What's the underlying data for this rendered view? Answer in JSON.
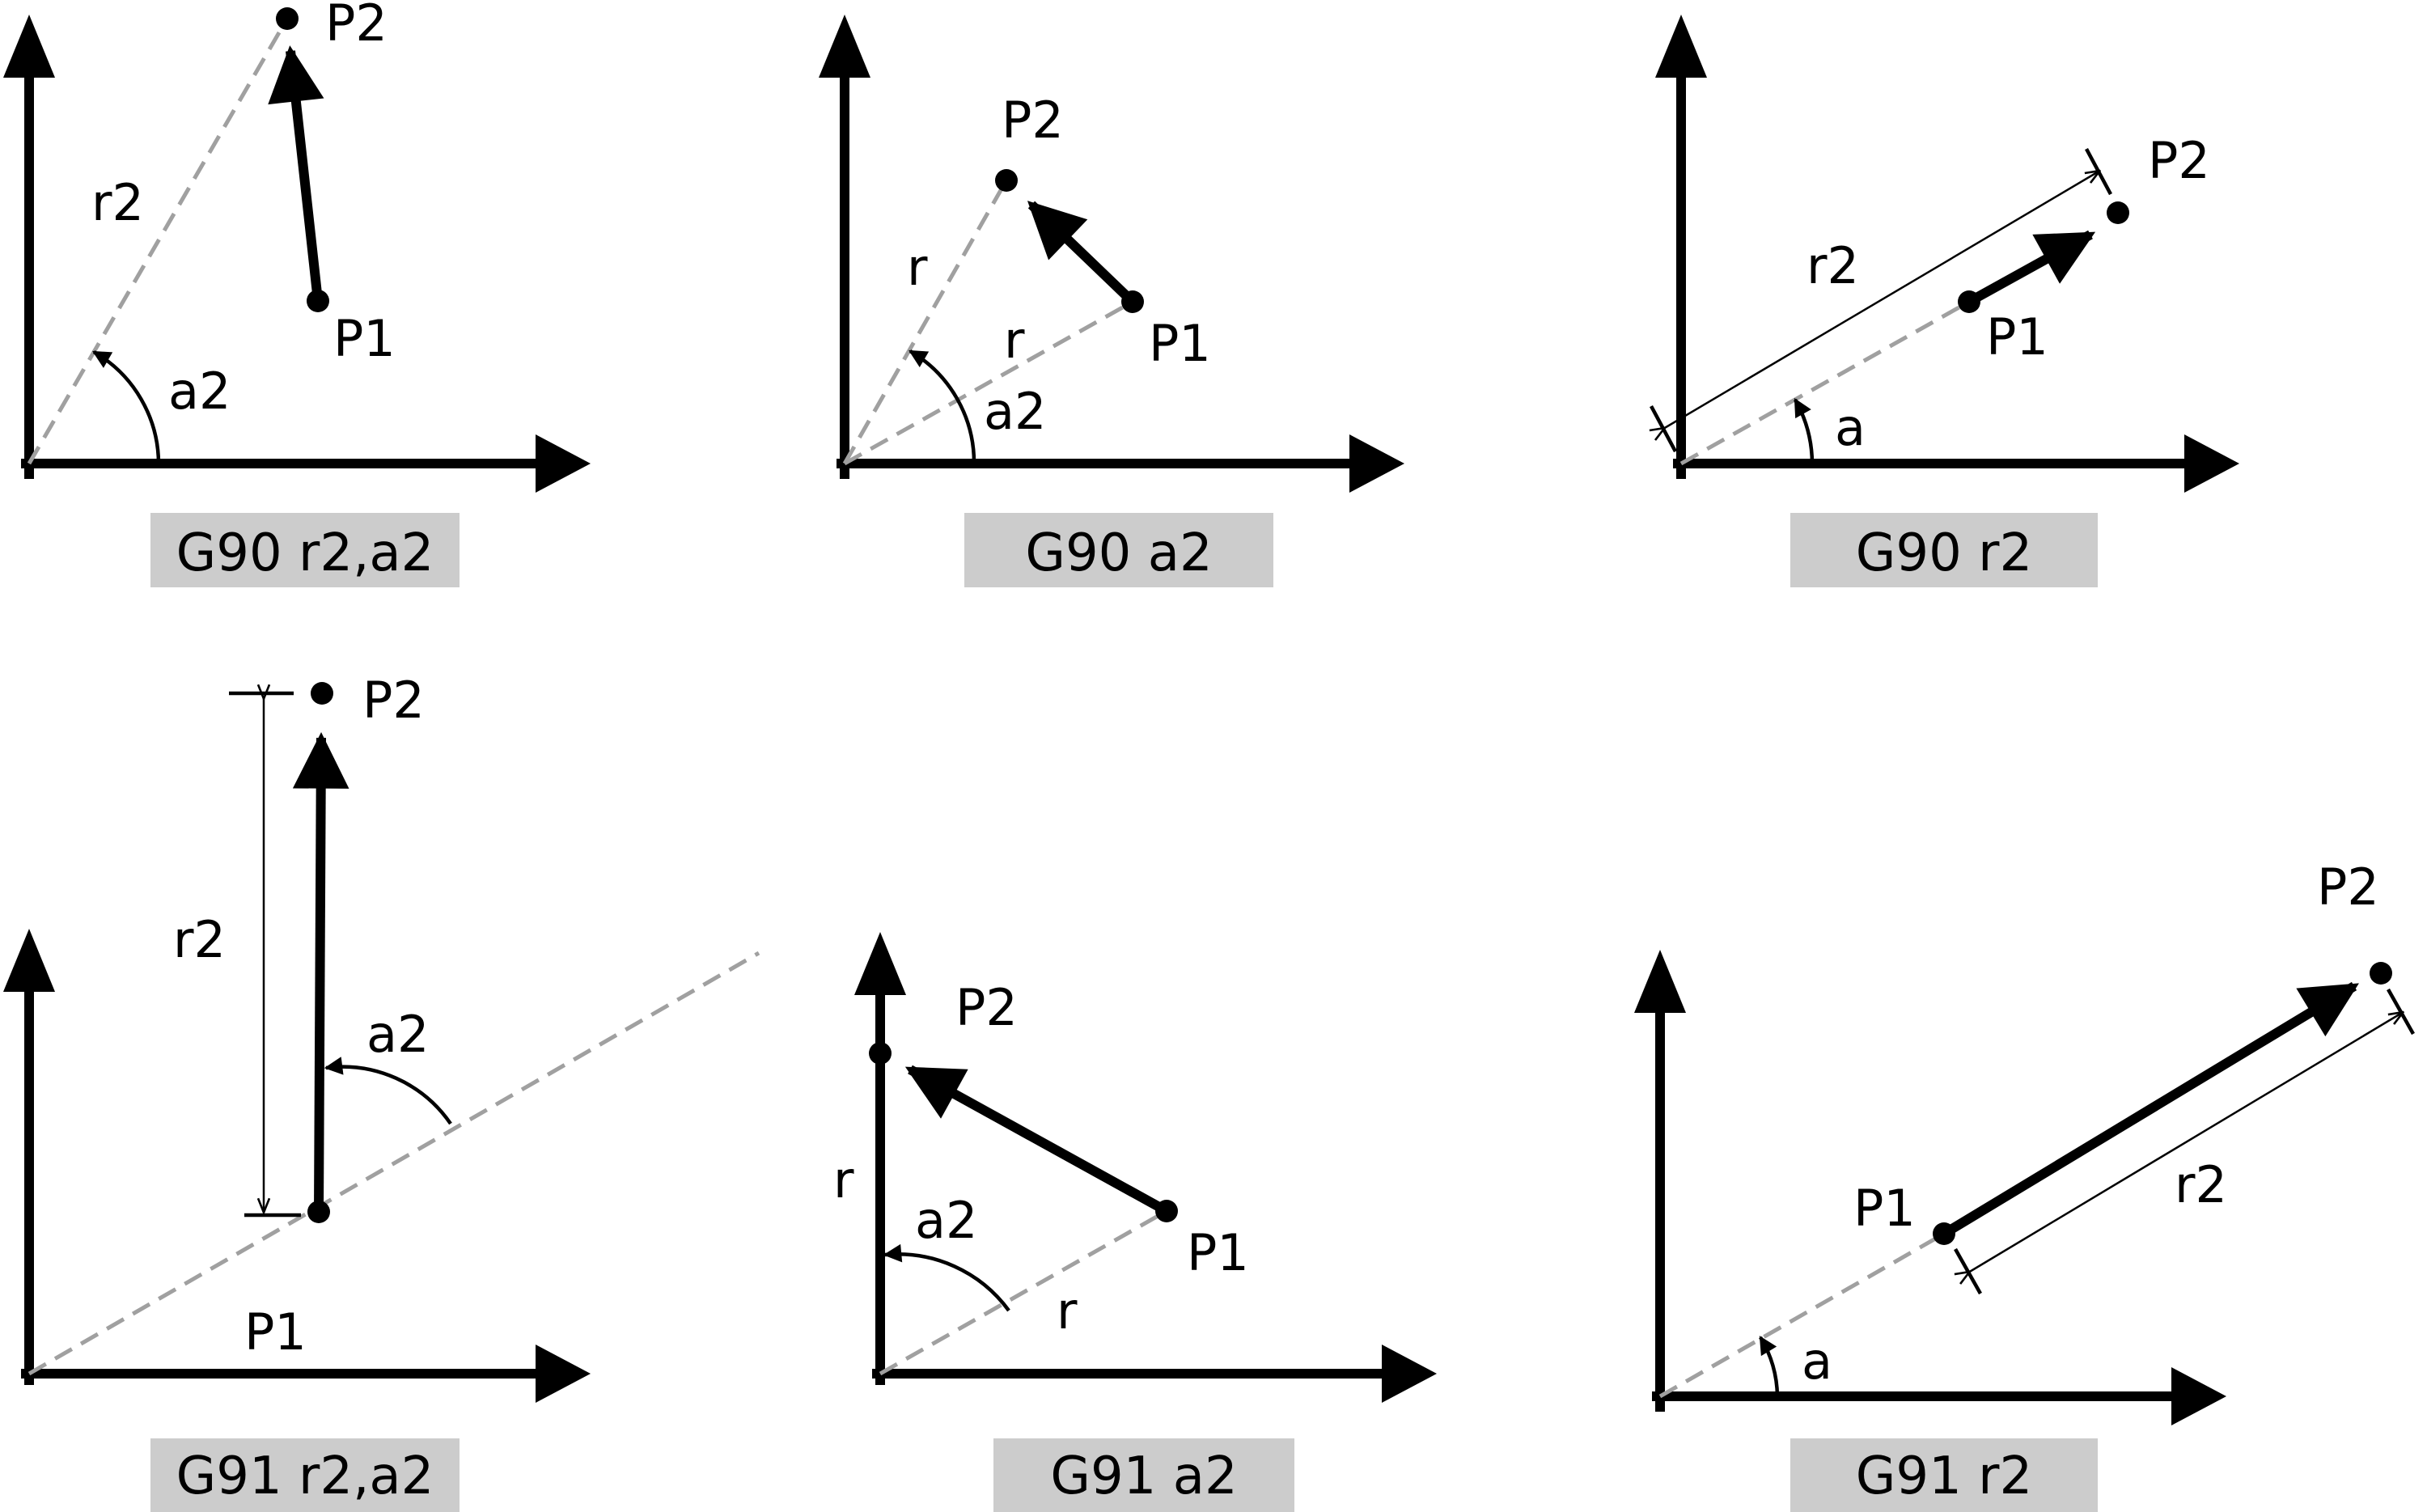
{
  "panels": [
    {
      "id": "g90-r2-a2",
      "caption": "G90 r2,a2",
      "labels": {
        "p1": "P1",
        "p2": "P2",
        "radius": "r2",
        "angle": "a2"
      }
    },
    {
      "id": "g90-a2",
      "caption": "G90 a2",
      "labels": {
        "p1": "P1",
        "p2": "P2",
        "radius_a": "r",
        "radius_b": "r",
        "angle": "a2"
      }
    },
    {
      "id": "g90-r2",
      "caption": "G90 r2",
      "labels": {
        "p1": "P1",
        "p2": "P2",
        "radius": "r2",
        "angle": "a"
      }
    },
    {
      "id": "g91-r2-a2",
      "caption": "G91 r2,a2",
      "labels": {
        "p1": "P1",
        "p1_axis": "P1",
        "p2": "P2",
        "radius": "r2",
        "angle": "a2"
      }
    },
    {
      "id": "g91-a2",
      "caption": "G91 a2",
      "labels": {
        "p1": "P1",
        "p2": "P2",
        "radius_a": "r",
        "radius_b": "r",
        "angle": "a2"
      }
    },
    {
      "id": "g91-r2",
      "caption": "G91 r2",
      "labels": {
        "p1": "P1",
        "p2": "P2",
        "radius": "r2",
        "angle": "a"
      }
    }
  ],
  "colors": {
    "ink": "#000000",
    "construction_line": "#a0a0a0",
    "caption_background": "#cccccc"
  }
}
